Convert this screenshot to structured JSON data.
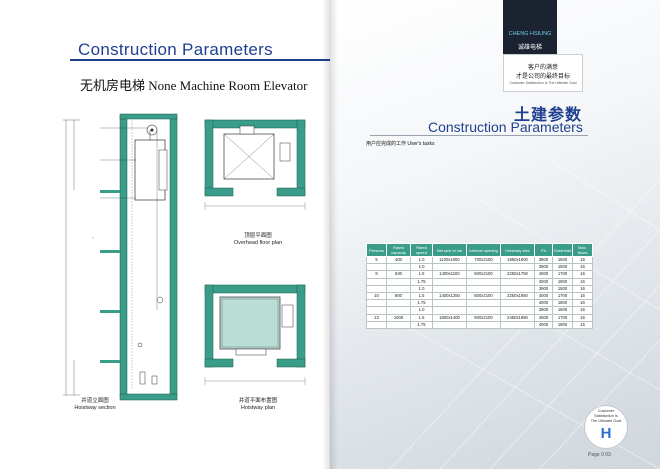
{
  "left_page": {
    "heading": "Construction Parameters",
    "subtitle": "无机房电梯 None Machine Room Elevator",
    "section_caption_cn": "井道立面图",
    "section_caption_en": "Hoistway section",
    "overhead_caption_cn": "顶层平面图",
    "overhead_caption_en": "Overhead floor plan",
    "plan_caption_cn": "井道平面布置图",
    "plan_caption_en": "Hoistway plan"
  },
  "right_page": {
    "brand_en": "CHENG HSIUNG",
    "brand_cn": "诚雄电梯",
    "slogan_cn_1": "客户的满意",
    "slogan_cn_2": "才是公司的最终目标",
    "slogan_en": "Customer Satisfaction Is The Ultimate Goal",
    "heading_cn": "土建参数",
    "heading_en": "Construction Parameters",
    "notes_heading": "用户应完成的工作 User's tasks",
    "badge_lines": [
      "Customer",
      "Satisfaction Is",
      "The Ultimate Goal"
    ],
    "page_label": "Page 0 03"
  },
  "spec_table": {
    "headers": [
      "Persons",
      "Rated capacity",
      "Rated speed",
      "Net size of car",
      "Internal opening",
      "Hoistway size",
      "Pit",
      "Overhead",
      "Max. floors"
    ],
    "rows": [
      [
        "5",
        "400",
        "1.0",
        "1100x1000",
        "700x2100",
        "1950x1600",
        "3800",
        "1500",
        "16"
      ],
      [
        "",
        "",
        "1.0",
        "",
        "",
        "",
        "3900",
        "1500",
        "16"
      ],
      [
        "8",
        "630",
        "1.5",
        "1400x1100",
        "800x2100",
        "2250x1750",
        "4000",
        "1700",
        "16"
      ],
      [
        "",
        "",
        "1.75",
        "",
        "",
        "",
        "4000",
        "1800",
        "16"
      ],
      [
        "",
        "",
        "1.0",
        "",
        "",
        "",
        "3900",
        "1500",
        "16"
      ],
      [
        "10",
        "800",
        "1.5",
        "1400x1350",
        "800x2100",
        "2250x1950",
        "4000",
        "1700",
        "16"
      ],
      [
        "",
        "",
        "1.75",
        "",
        "",
        "",
        "4000",
        "1800",
        "16"
      ],
      [
        "",
        "",
        "1.0",
        "",
        "",
        "",
        "3900",
        "1500",
        "16"
      ],
      [
        "13",
        "1000",
        "1.5",
        "1600x1400",
        "900x2100",
        "2450x1950",
        "4000",
        "1700",
        "16"
      ],
      [
        "",
        "",
        "1.75",
        "",
        "",
        "",
        "4000",
        "1800",
        "16"
      ]
    ]
  },
  "colors": {
    "heading_blue": "#1f3f8f",
    "wall_teal": "#3a9d8a",
    "brand_dark": "#1b2230"
  }
}
